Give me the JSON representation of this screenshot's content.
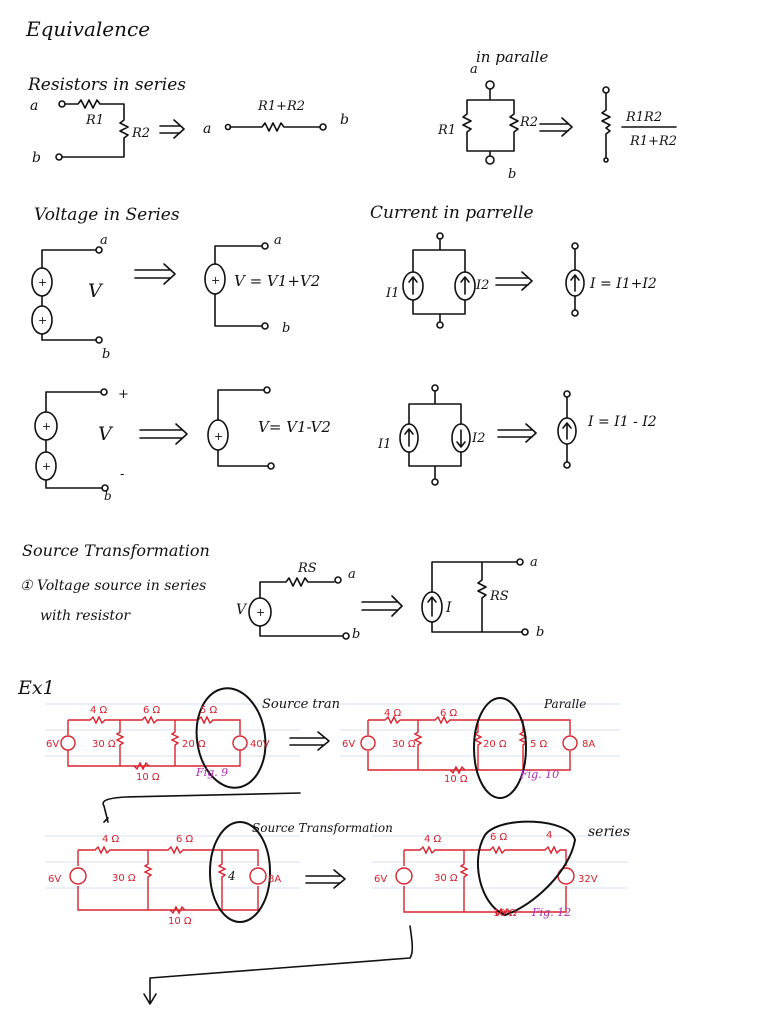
{
  "title": "Equivalence",
  "s1": {
    "heading": "Resistors in series",
    "a": "a",
    "b": "b",
    "r1": "R1",
    "r2": "R2",
    "eq_label": "R1+R2",
    "par_heading": "in paralle",
    "par_r1": "R1",
    "par_r2": "R2",
    "par_eq_num": "R1R2",
    "par_eq_den": "R1+R2"
  },
  "s2": {
    "volt_heading": "Voltage in Series",
    "curr_heading": "Current in parrelle",
    "v": "V",
    "eq1": "V = V1+V2",
    "eq2": "V= V1-V2",
    "i1": "I1",
    "i2": "I2",
    "ieq1": "I = I1+I2",
    "ieq2": "I = I1 - I2",
    "plus": "+",
    "minus": "-"
  },
  "s3": {
    "heading": "Source Transformation",
    "item": "① Voltage source in series",
    "item2": "with resistor",
    "rs": "RS",
    "v": "V",
    "i": "I",
    "a": "a",
    "b": "b"
  },
  "ex": {
    "label": "Ex1",
    "note1": "Source tran",
    "note2": "Paralle",
    "note3": "Source Transformation",
    "note4": "series",
    "fig9": "Fig. 9",
    "fig10": "Fig. 10",
    "fig12": "Fig. 12",
    "r4": "4 Ω",
    "r6": "6 Ω",
    "r30": "30 Ω",
    "r10": "10 Ω",
    "r20": "20 Ω",
    "r5": "5 Ω",
    "v6": "6V",
    "v40": "40V",
    "a8": "8A",
    "v32": "32V",
    "four": "4"
  }
}
